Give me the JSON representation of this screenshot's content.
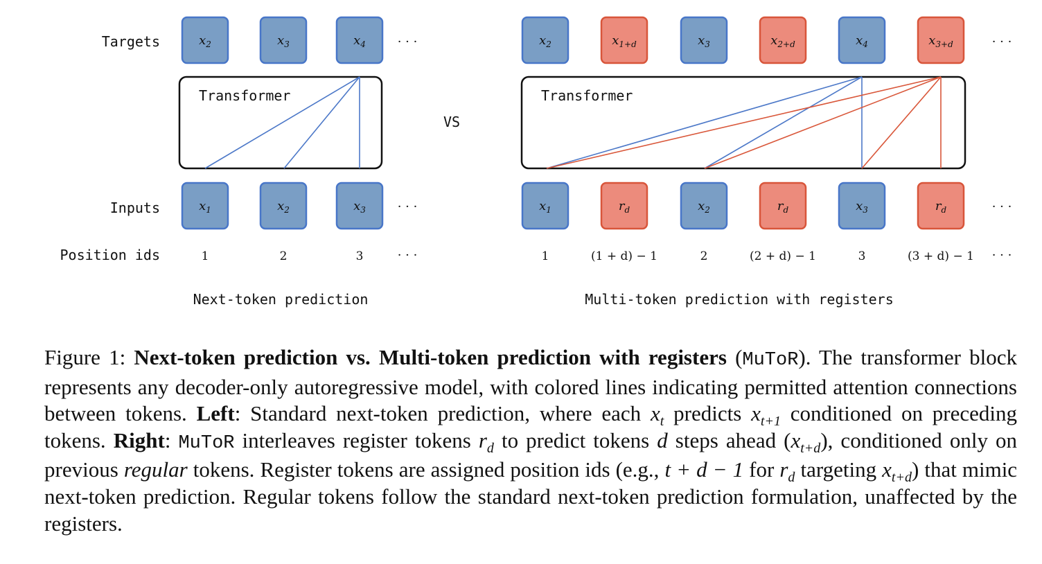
{
  "row_labels": {
    "targets": "Targets",
    "inputs": "Inputs",
    "position_ids": "Position ids"
  },
  "vs_label": "VS",
  "ellipsis": "· · ·",
  "left_panel": {
    "title": "Next-token prediction",
    "transformer_label": "Transformer",
    "targets": [
      {
        "base": "x",
        "sub": "2",
        "kind": "regular"
      },
      {
        "base": "x",
        "sub": "3",
        "kind": "regular"
      },
      {
        "base": "x",
        "sub": "4",
        "kind": "regular"
      }
    ],
    "inputs": [
      {
        "base": "x",
        "sub": "1",
        "kind": "regular"
      },
      {
        "base": "x",
        "sub": "2",
        "kind": "regular"
      },
      {
        "base": "x",
        "sub": "3",
        "kind": "regular"
      }
    ],
    "position_ids": [
      "1",
      "2",
      "3"
    ]
  },
  "right_panel": {
    "title": "Multi-token prediction with registers",
    "transformer_label": "Transformer",
    "targets": [
      {
        "base": "x",
        "sub": "2",
        "kind": "regular"
      },
      {
        "base": "x",
        "sub": "1+d",
        "kind": "register"
      },
      {
        "base": "x",
        "sub": "3",
        "kind": "regular"
      },
      {
        "base": "x",
        "sub": "2+d",
        "kind": "register"
      },
      {
        "base": "x",
        "sub": "4",
        "kind": "regular"
      },
      {
        "base": "x",
        "sub": "3+d",
        "kind": "register"
      }
    ],
    "inputs": [
      {
        "base": "x",
        "sub": "1",
        "kind": "regular"
      },
      {
        "base": "r",
        "sub": "d",
        "kind": "register"
      },
      {
        "base": "x",
        "sub": "2",
        "kind": "regular"
      },
      {
        "base": "r",
        "sub": "d",
        "kind": "register"
      },
      {
        "base": "x",
        "sub": "3",
        "kind": "regular"
      },
      {
        "base": "r",
        "sub": "d",
        "kind": "register"
      }
    ],
    "position_ids": [
      "1",
      "(1 + d) − 1",
      "2",
      "(2 + d) − 1",
      "3",
      "(3 + d) − 1"
    ]
  },
  "colors": {
    "regular_fill": "#7a9ec5",
    "regular_stroke": "#4876c8",
    "register_fill": "#ec8b7c",
    "register_stroke": "#d8553a",
    "blue_line": "#4c78c8",
    "red_line": "#d9573a"
  },
  "caption": {
    "fig_label": "Figure 1:",
    "bold_title": "Next-token prediction vs. Multi-token prediction with registers",
    "paren_open": "(",
    "code_name": "MuToR",
    "paren_close_1": "). The transformer block represents any decoder-only autoregressive model, with colored lines indicating permitted attention connections between tokens.",
    "left_label": "Left",
    "left_text_1": ": Standard next-token prediction, where each",
    "x": "x",
    "sub_t": "t",
    "predicts": "predicts",
    "sub_t1": "t+1",
    "left_text_2": "conditioned on preceding tokens.",
    "right_label": "Right",
    "right_text_1": ":",
    "right_text_2": "interleaves register tokens",
    "r": "r",
    "sub_d": "d",
    "right_text_3": "to predict tokens",
    "d": "d",
    "right_text_4": "steps ahead (",
    "sub_td": "t+d",
    "right_text_5": "), conditioned only on previous",
    "regular_word": "regular",
    "right_text_6": "tokens. Register tokens are assigned position ids (e.g.,",
    "formula": "t + d − 1",
    "for_word": "for",
    "targeting": "targeting",
    "right_text_7": ") that mimic next-token prediction. Regular tokens follow the standard next-token prediction formulation, unaffected by the registers."
  }
}
